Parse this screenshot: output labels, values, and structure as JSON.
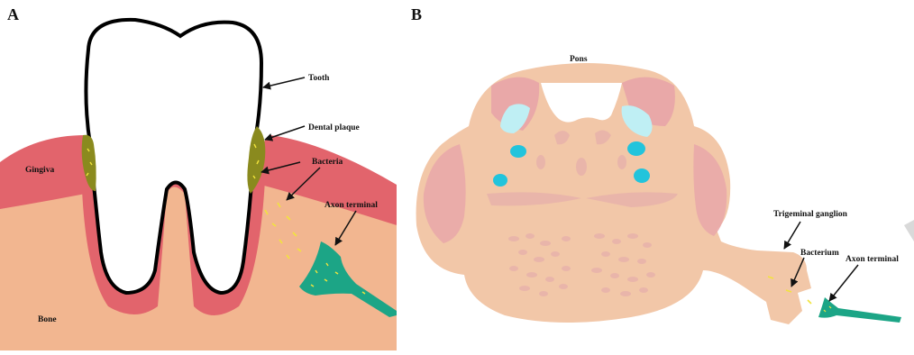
{
  "panel_a": {
    "letter": "A",
    "labels": {
      "tooth": "Tooth",
      "dental_plaque": "Dental plaque",
      "bacteria": "Bacteria",
      "gingiva": "Gingiva",
      "axon_terminal": "Axon terminal",
      "bone": "Bone"
    }
  },
  "panel_b": {
    "letter": "B",
    "labels": {
      "pons": "Pons",
      "trigeminal_ganglion": "Trigeminal ganglion",
      "bacterium": "Bacterium",
      "axon_terminal": "Axon terminal"
    }
  },
  "colors": {
    "bone": "#f2b690",
    "gingiva": "#e2646c",
    "plaque": "#8a8a1e",
    "tooth": "#ffffff",
    "axon": "#1ca586",
    "bacteria": "#f1e43c",
    "pons_fill": "#f2c7a8",
    "pons_pink": "#e9a8a8",
    "nucleus_cyan": "#22c4dc",
    "nucleus_light": "#bfeff4"
  }
}
